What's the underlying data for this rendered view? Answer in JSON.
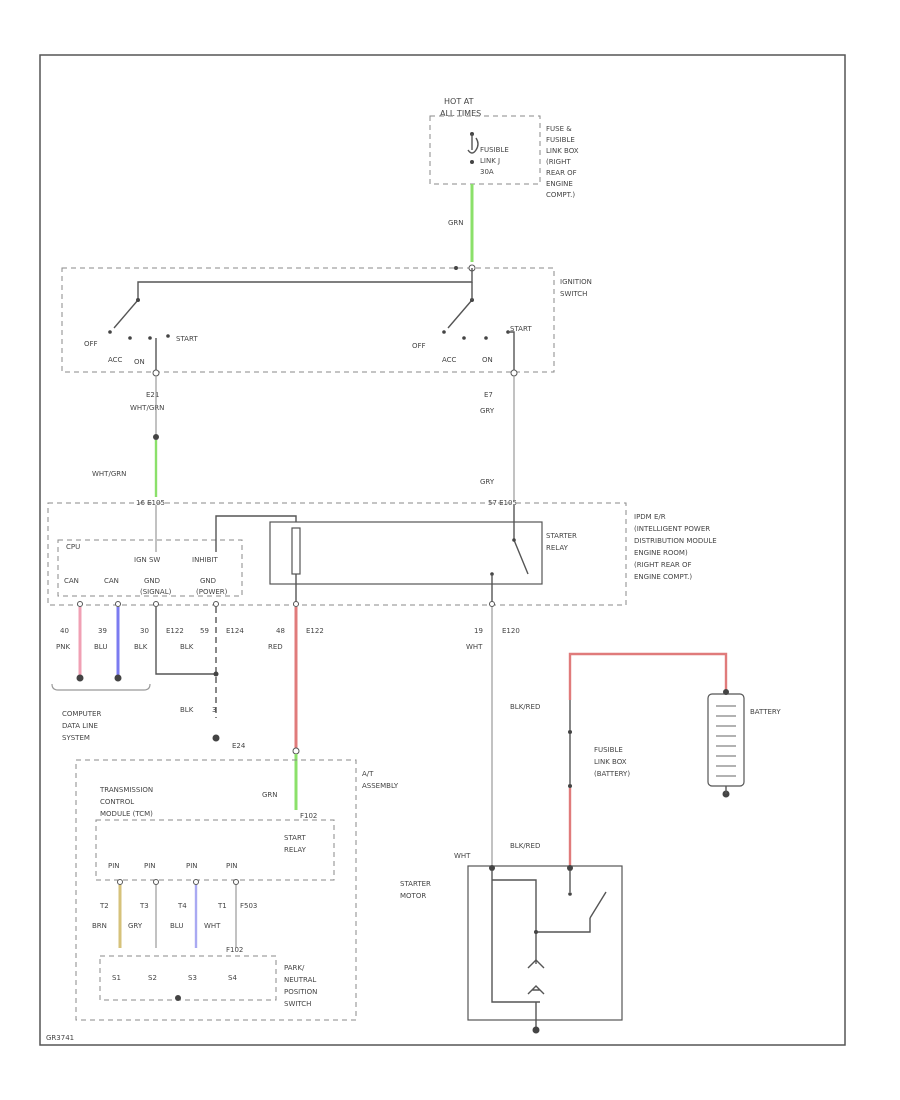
{
  "colors": {
    "grn": "#8be06a",
    "pnk": "#f0a0b4",
    "blu": "#7b7bf0",
    "red": "#e07b7b",
    "brn": "#d6c27a",
    "light_blu": "#a9a9f2",
    "wire": "#555555"
  },
  "fuse_box": {
    "hot_label_1": "HOT AT",
    "hot_label_2": "ALL TIMES",
    "fusible_1": "FUSIBLE",
    "fusible_2": "LINK J",
    "fusible_3": "30A",
    "name_1": "FUSE &",
    "name_2": "FUSIBLE",
    "name_3": "LINK BOX",
    "name_4": "(RIGHT",
    "name_5": "REAR OF",
    "name_6": "ENGINE",
    "name_7": "COMPT.)"
  },
  "ignition_switch": {
    "name_1": "IGNITION",
    "name_2": "SWITCH",
    "left_off": "OFF",
    "left_acc": "ACC",
    "left_on": "ON",
    "left_start": "START",
    "right_off": "OFF",
    "right_acc": "ACC",
    "right_on": "ON",
    "right_start": "START"
  },
  "wires": {
    "grn_top": "GRN",
    "e21": "E21",
    "wht_grn_1": "WHT/GRN",
    "wht_grn_2": "WHT/GRN",
    "e7": "E7",
    "gry_1": "GRY",
    "gry_2": "GRY",
    "ipdm_left_pin": "16 E105",
    "ipdm_right_pin": "57 E105",
    "p40": "40",
    "p39": "39",
    "p30": "30",
    "e122": "E122",
    "p59": "59",
    "e124": "E124",
    "p48": "48",
    "e122b": "E122",
    "p19": "19",
    "e120": "E120",
    "pnk": "PNK",
    "blu": "BLU",
    "blk_1": "BLK",
    "blk_2": "BLK",
    "red_1": "RED",
    "wht_1": "WHT",
    "blk_3": "BLK",
    "p3": "3",
    "e24": "E24",
    "grn_2": "GRN",
    "f_pin": "F102",
    "wht_2": "WHT",
    "blk_red_1": "BLK/RED",
    "blk_red_2": "BLK/RED"
  },
  "ipdm": {
    "name_1": "IPDM E/R",
    "name_2": "(INTELLIGENT POWER",
    "name_3": "DISTRIBUTION MODULE",
    "name_4": "ENGINE ROOM)",
    "name_5": "(RIGHT REAR OF",
    "name_6": "ENGINE COMPT.)",
    "cpu": "CPU",
    "can_h": "CAN",
    "can_l": "CAN",
    "gnd_1": "GND",
    "gnd_2": "GND",
    "sig_1": "(SIGNAL)",
    "sig_2": "(POWER)",
    "inhibit": "INHIBIT",
    "ign_sw": "IGN SW",
    "starter_relay_1": "STARTER",
    "starter_relay_2": "RELAY"
  },
  "data_line": {
    "line_1": "COMPUTER",
    "line_2": "DATA LINE",
    "line_3": "SYSTEM"
  },
  "at_assembly": {
    "name_1": "A/T",
    "name_2": "ASSEMBLY",
    "tcm_1": "TRANSMISSION",
    "tcm_2": "CONTROL",
    "tcm_3": "MODULE (TCM)",
    "start_relay_1": "START",
    "start_relay_2": "RELAY",
    "pnp_1": "PARK/",
    "pnp_2": "NEUTRAL",
    "pnp_3": "POSITION",
    "pnp_4": "SWITCH",
    "pins": [
      "PIN",
      "PIN",
      "PIN",
      "PIN"
    ],
    "t2": "T2",
    "t3": "T3",
    "t4": "T4",
    "t1": "T1",
    "f503": "F503",
    "brn": "BRN",
    "gry": "GRY",
    "blu": "BLU",
    "wht": "WHT",
    "s1": "S1",
    "s2": "S2",
    "s3": "S3",
    "s4": "S4",
    "f_code": "F102"
  },
  "battery": {
    "name": "BATTERY",
    "fusible_1": "FUSIBLE",
    "fusible_2": "LINK BOX",
    "fusible_3": "(BATTERY)"
  },
  "starter_motor": {
    "name_1": "STARTER",
    "name_2": "MOTOR"
  },
  "footer_code": "GR3741"
}
